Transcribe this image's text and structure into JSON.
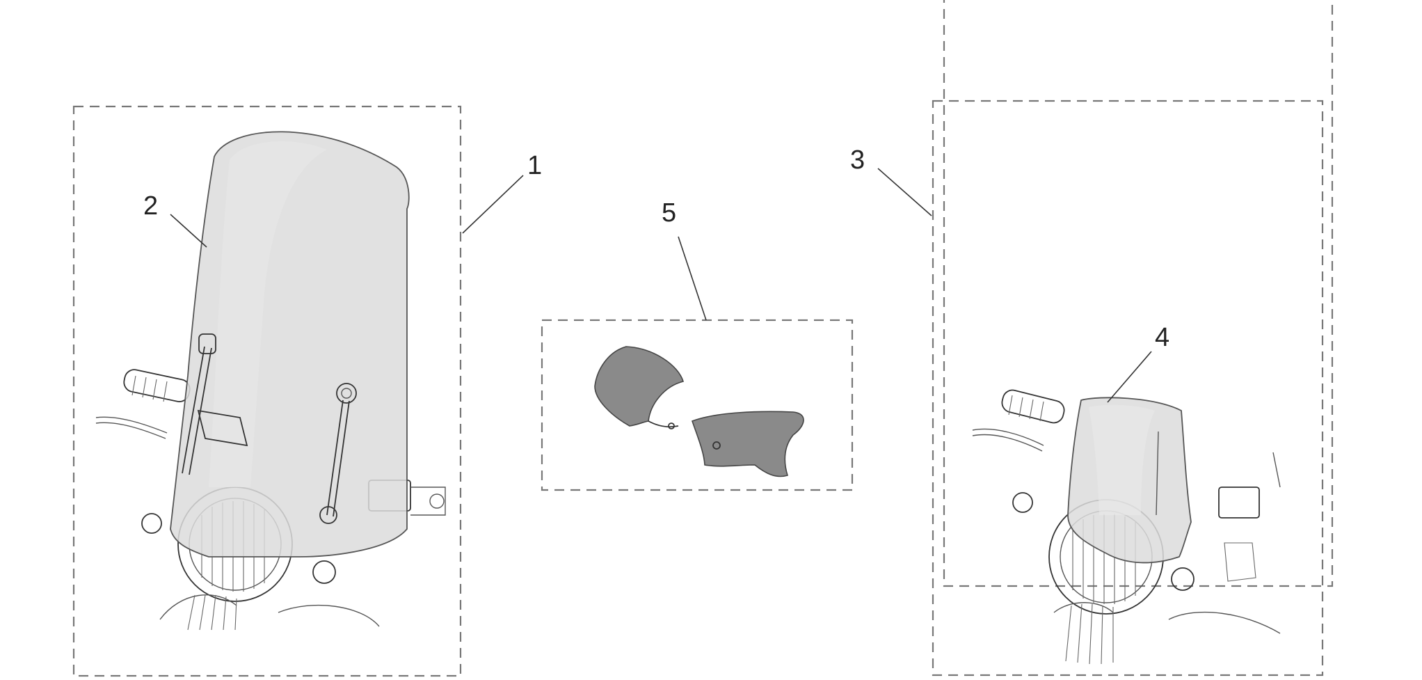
{
  "callouts": [
    {
      "id": "1",
      "label": "1"
    },
    {
      "id": "2",
      "label": "2"
    },
    {
      "id": "3",
      "label": "3"
    },
    {
      "id": "4",
      "label": "4"
    },
    {
      "id": "5",
      "label": "5"
    }
  ],
  "colors": {
    "frame": "#777777",
    "windshield_tint": "#dcdcdc",
    "deflector_fill": "#8a8a8a",
    "line_art": "#555555"
  }
}
